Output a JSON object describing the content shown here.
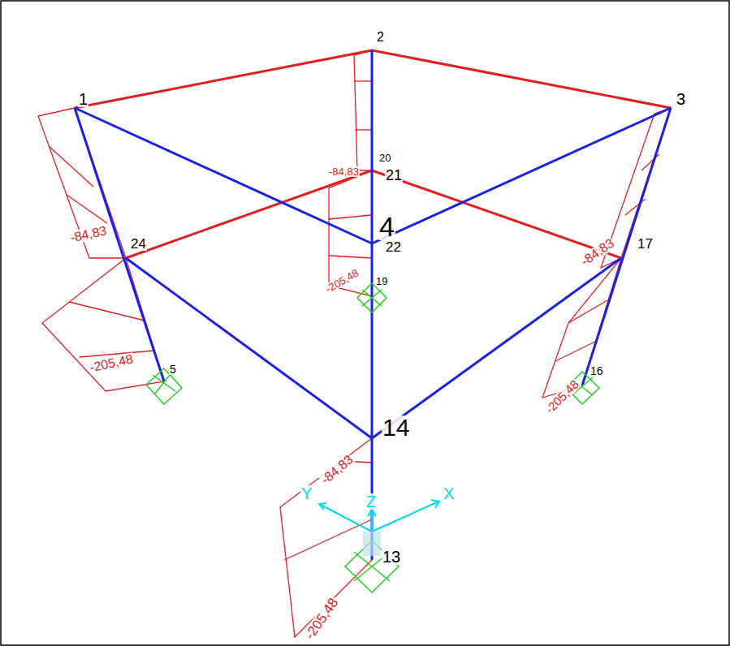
{
  "diagram": {
    "labels": [
      "2",
      "1",
      "3",
      "20",
      "-84,83",
      "21",
      "4",
      "22",
      "-84,83",
      "24",
      "-84,83",
      "17",
      "-205,48",
      "19",
      "-205,48",
      "5",
      "-205,48",
      "16",
      "-84,83",
      "14",
      "Y",
      "Z",
      "X",
      "13",
      "-205,48"
    ]
  }
}
